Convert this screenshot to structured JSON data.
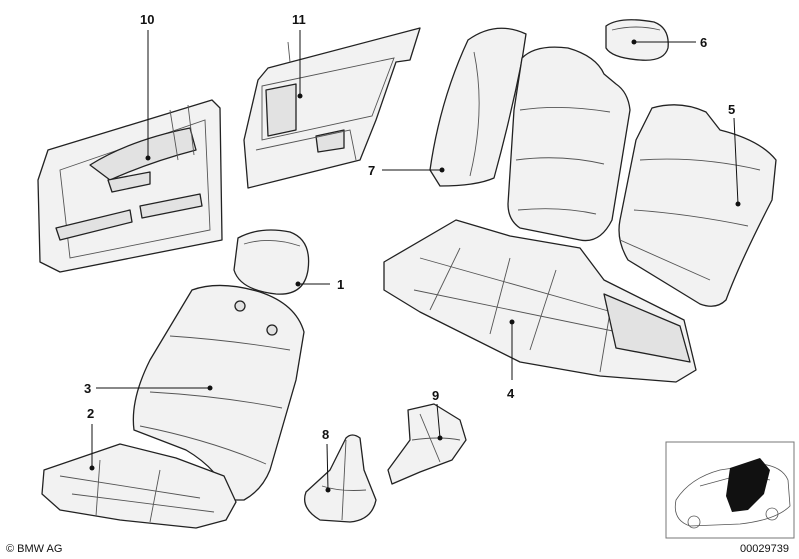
{
  "callouts": [
    {
      "id": "1",
      "label": "1"
    },
    {
      "id": "2",
      "label": "2"
    },
    {
      "id": "3",
      "label": "3"
    },
    {
      "id": "4",
      "label": "4"
    },
    {
      "id": "5",
      "label": "5"
    },
    {
      "id": "6",
      "label": "6"
    },
    {
      "id": "7",
      "label": "7"
    },
    {
      "id": "8",
      "label": "8"
    },
    {
      "id": "9",
      "label": "9"
    },
    {
      "id": "10",
      "label": "10"
    },
    {
      "id": "11",
      "label": "11"
    }
  ],
  "footer": {
    "brand": "© BMW AG",
    "diagram_number": "00029739"
  },
  "colors": {
    "line": "#222222",
    "fill": "#f2f2f2",
    "label": "#111111"
  }
}
